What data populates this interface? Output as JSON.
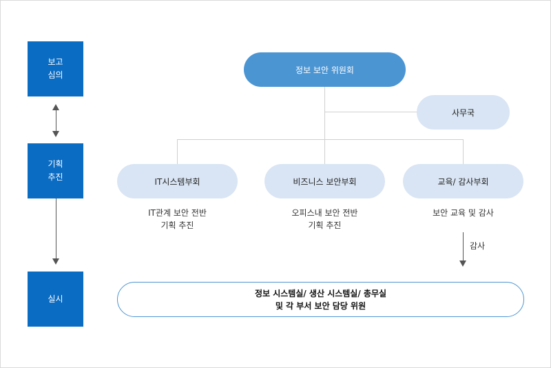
{
  "stages": {
    "report": [
      "보고",
      "심의"
    ],
    "plan": [
      "기획",
      "추진"
    ],
    "execute": [
      "실시"
    ]
  },
  "committee": "정보 보안 위원회",
  "secretariat": "사무국",
  "subcommittees": [
    {
      "name": "IT시스템부회",
      "desc": [
        "IT관계 보안 전반",
        "기획 추진"
      ]
    },
    {
      "name": "비즈니스 보안부회",
      "desc": [
        "오피스내 보안 전반",
        "기획 추진"
      ]
    },
    {
      "name": "교육/ 감사부회",
      "desc": [
        "보안 교육 및 감사"
      ]
    }
  ],
  "audit_label": "감사",
  "execution": [
    "정보 시스템실/ 생산 시스템실/ 총무실",
    "및 각 부서 보안 담당 위원"
  ],
  "colors": {
    "stage_box": "#0b6cc3",
    "committee": "#4b95d3",
    "subcommittee": "#d9e5f4"
  }
}
